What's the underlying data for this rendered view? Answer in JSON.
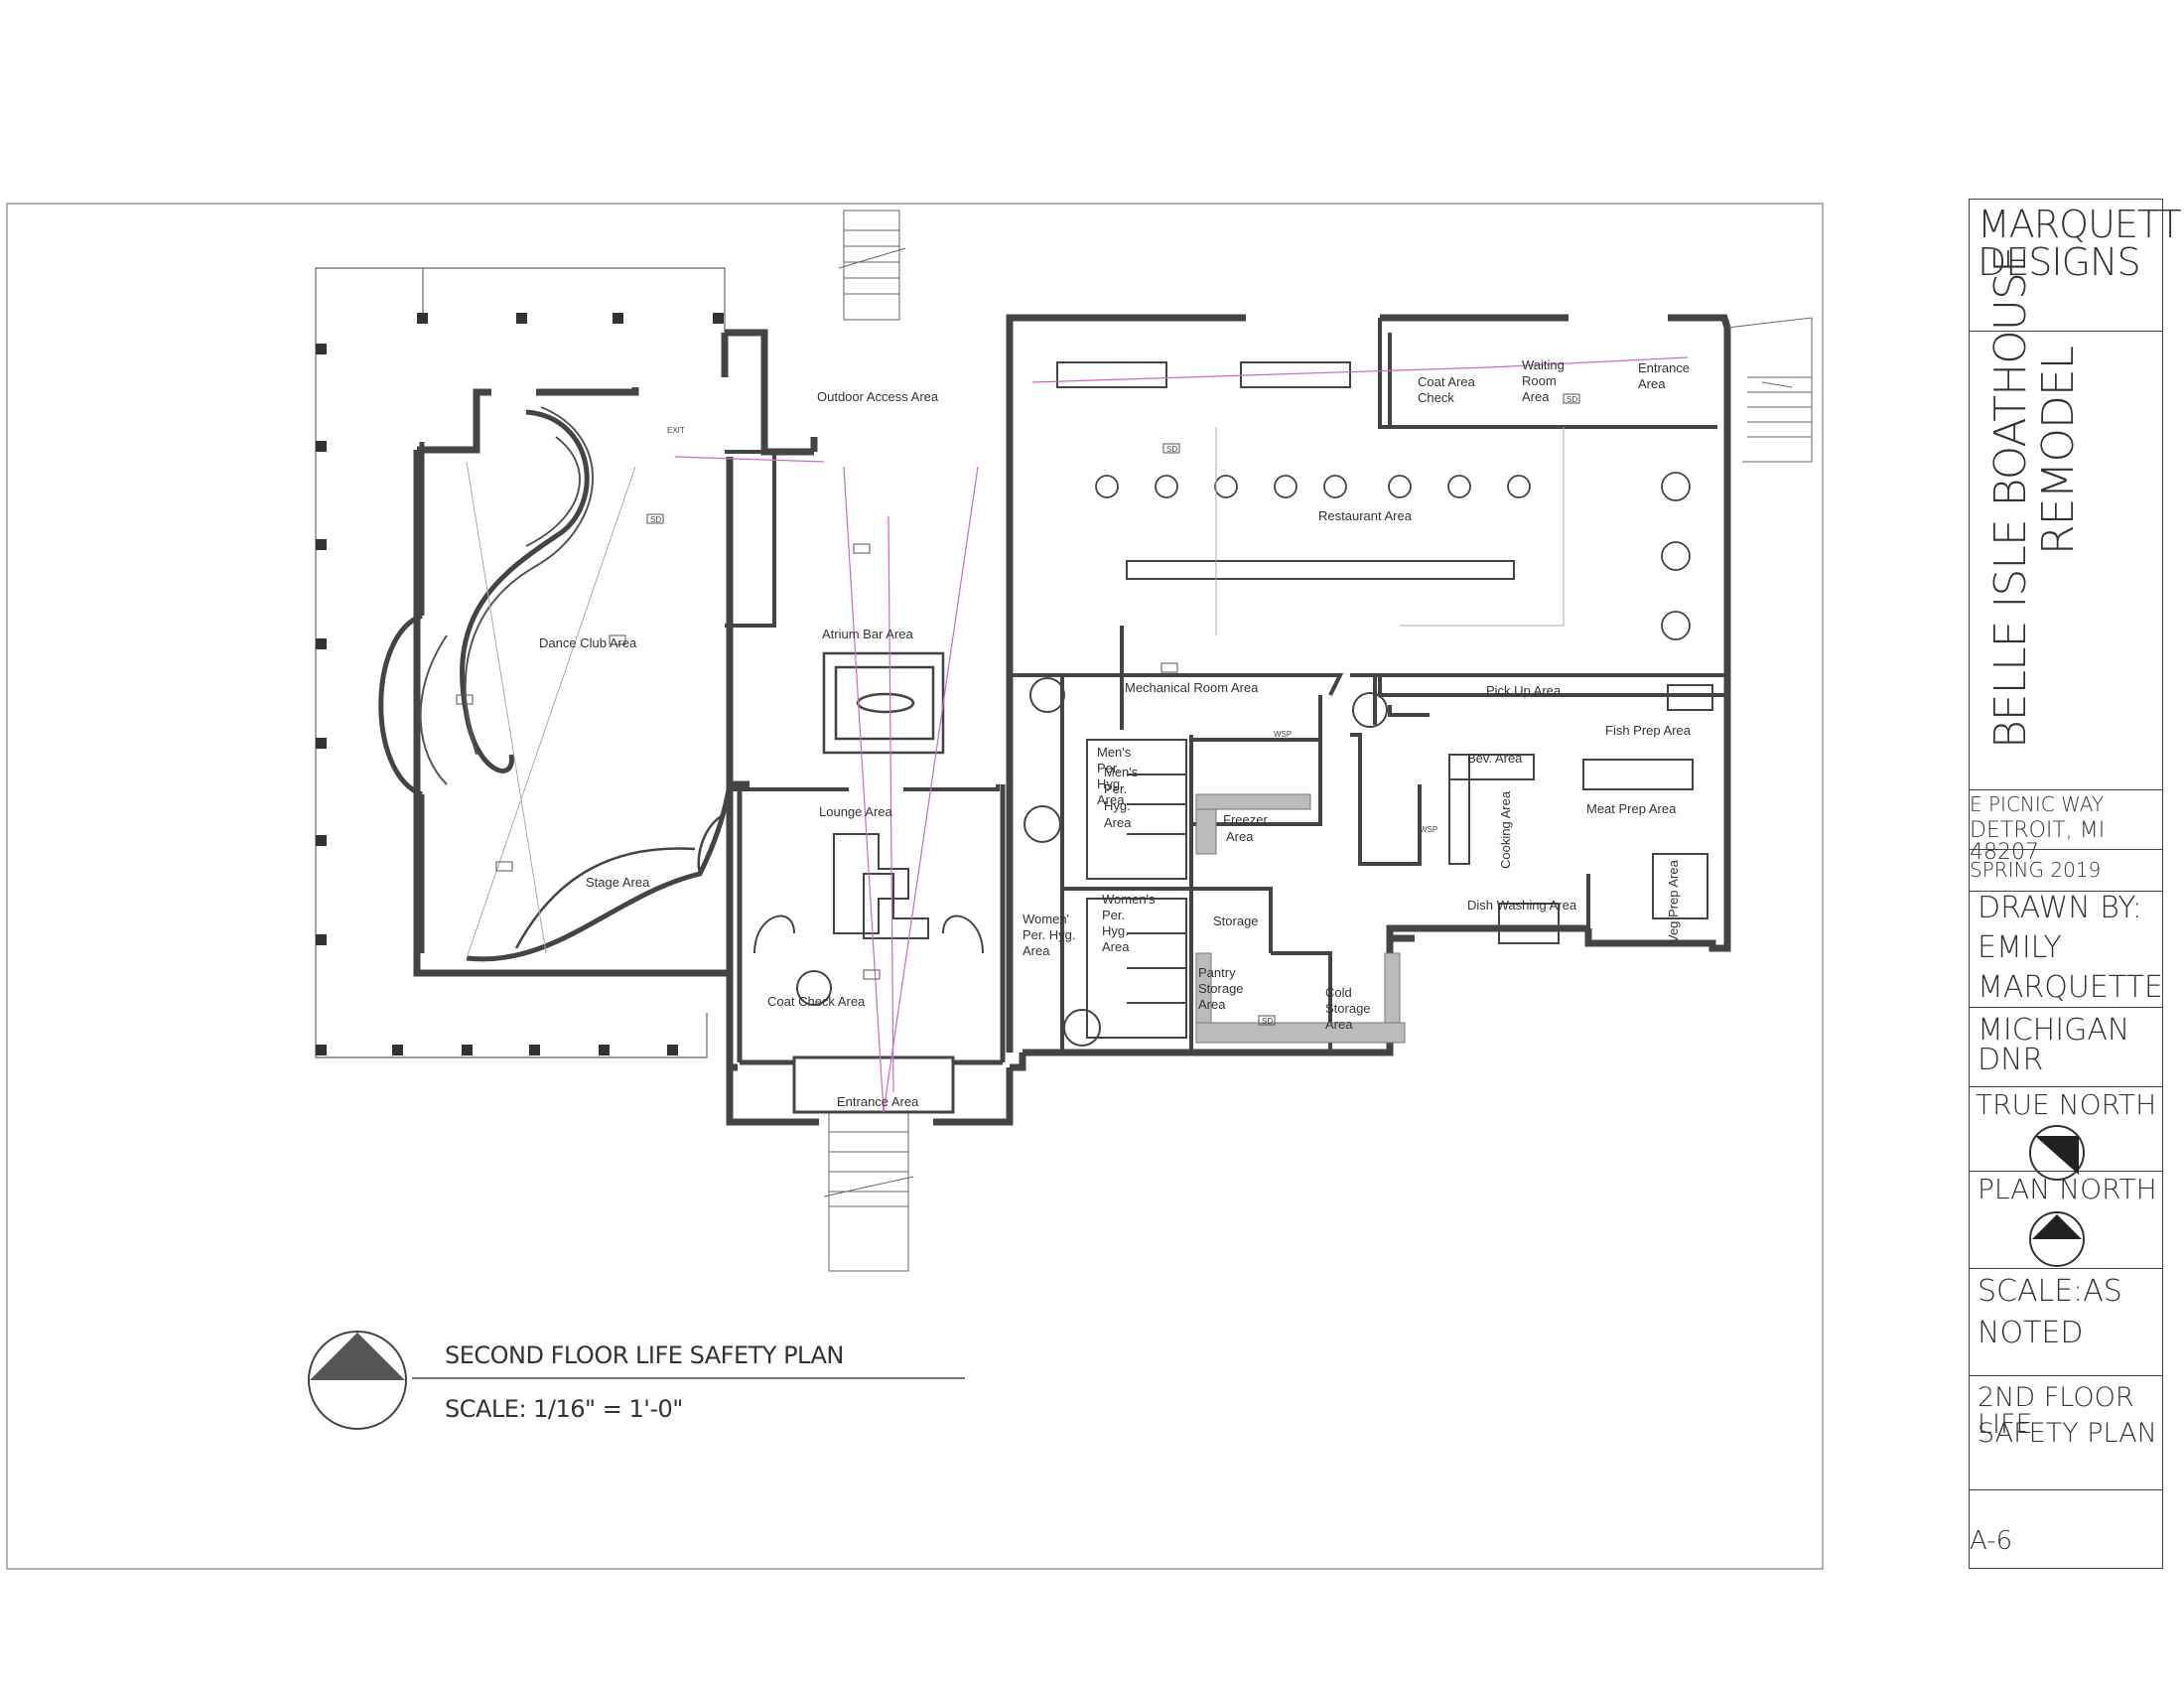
{
  "title_block": {
    "firm": "MARQUETTE DESIGNS",
    "project_line1": "BELLE ISLE BOATHOUSE",
    "project_line2": "REMODEL",
    "address_line1": "E PICNIC WAY",
    "address_line2": "DETROIT, MI 48207",
    "term": "SPRING 2019",
    "drawn_by_label": "DRAWN BY:",
    "drawn_by_name1": "EMILY",
    "drawn_by_name2": "MARQUETTE",
    "client": "MICHIGAN DNR",
    "true_north_label": "TRUE NORTH",
    "plan_north_label": "PLAN NORTH",
    "scale_label1": "SCALE:AS",
    "scale_label2": "NOTED",
    "sheet_title1": "2ND FLOOR LIFE",
    "sheet_title2": "SAFETY PLAN",
    "sheet_number": "A-6"
  },
  "drawing_title": {
    "name": "SECOND FLOOR  LIFE SAFETY PLAN",
    "scale": "SCALE: 1/16\" = 1'-0\""
  },
  "rooms": {
    "outdoor_access": "Outdoor Access Area",
    "dance_club": "Dance Club Area",
    "stage": "Stage Area",
    "atrium_bar": "Atrium Bar Area",
    "lounge": "Lounge Area",
    "coat_check": "Coat Check Area",
    "entrance": "Entrance Area",
    "restaurant": "Restaurant Area",
    "coat_area_1": "Coat Area",
    "coat_area_2": "Check",
    "waiting_1": "Waiting",
    "waiting_2": "Room",
    "waiting_3": "Area",
    "entrance_top_1": "Entrance",
    "entrance_top_2": "Area",
    "mechanical": "Mechanical Room Area",
    "pick_up": "Pick Up Area",
    "fish_prep": "Fish Prep Area",
    "bev": "Bev. Area",
    "cooking": "Cooking Area",
    "meat_prep": "Meat Prep Area",
    "veg_prep": "Veg Prep Area",
    "dish_washing": "Dish Washing Area",
    "freezer_1": "Freezer",
    "freezer_2": "Area",
    "storage": "Storage",
    "pantry_1": "Pantry",
    "pantry_2": "Storage",
    "pantry_3": "Area",
    "cold_1": "Cold",
    "cold_2": "Storage",
    "cold_3": "Area",
    "mens_1": "Men's",
    "mens_2": "Per.",
    "mens_3": "Hyg.",
    "mens_4": "Area",
    "mens2_1": "Men's",
    "mens2_2": "Per.",
    "mens2_3": "Hyg.",
    "mens2_4": "Area",
    "womens_1": "Women's",
    "womens_2": "Per.",
    "womens_3": "Hyg.",
    "womens_4": "Area",
    "womenl_1": "Women'",
    "womenl_2": "Per. Hyg.",
    "womenl_3": "Area"
  },
  "symbols": {
    "smoke_detector": "SD",
    "exit": "EXIT",
    "wsp": "WSP"
  },
  "colors": {
    "wall": "#444444",
    "line": "#555555",
    "egress": "#cc66cc",
    "north_fill": "#555555",
    "grey_fill": "#bbbbbb"
  }
}
